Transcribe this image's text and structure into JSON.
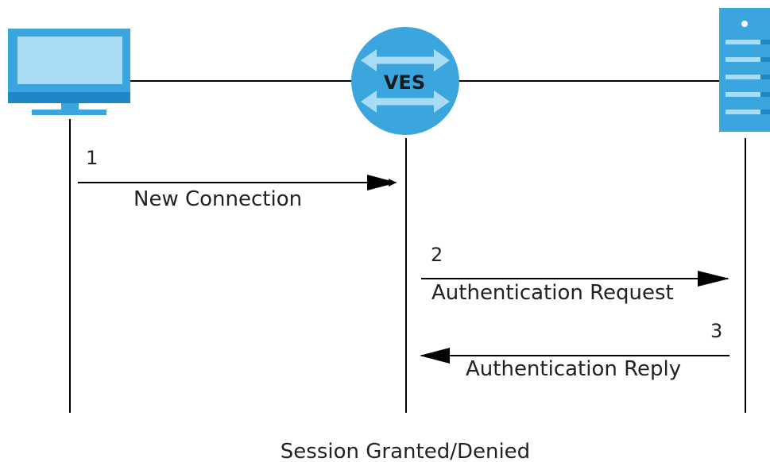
{
  "nodes": {
    "computer": {
      "icon": "monitor-icon"
    },
    "switch": {
      "icon": "switch-icon",
      "label": "VES"
    },
    "server": {
      "icon": "server-icon"
    }
  },
  "steps": [
    {
      "number": "1",
      "label": "New Connection",
      "direction": "computer-to-switch"
    },
    {
      "number": "2",
      "label": "Authentication Request",
      "direction": "switch-to-server"
    },
    {
      "number": "3",
      "label": "Authentication Reply",
      "direction": "server-to-switch"
    }
  ],
  "result": "Session Granted/Denied",
  "colors": {
    "icon_blue": "#3aa6dd",
    "icon_light": "#a8dcf4",
    "icon_dark": "#1f87c6",
    "line": "#000000"
  }
}
